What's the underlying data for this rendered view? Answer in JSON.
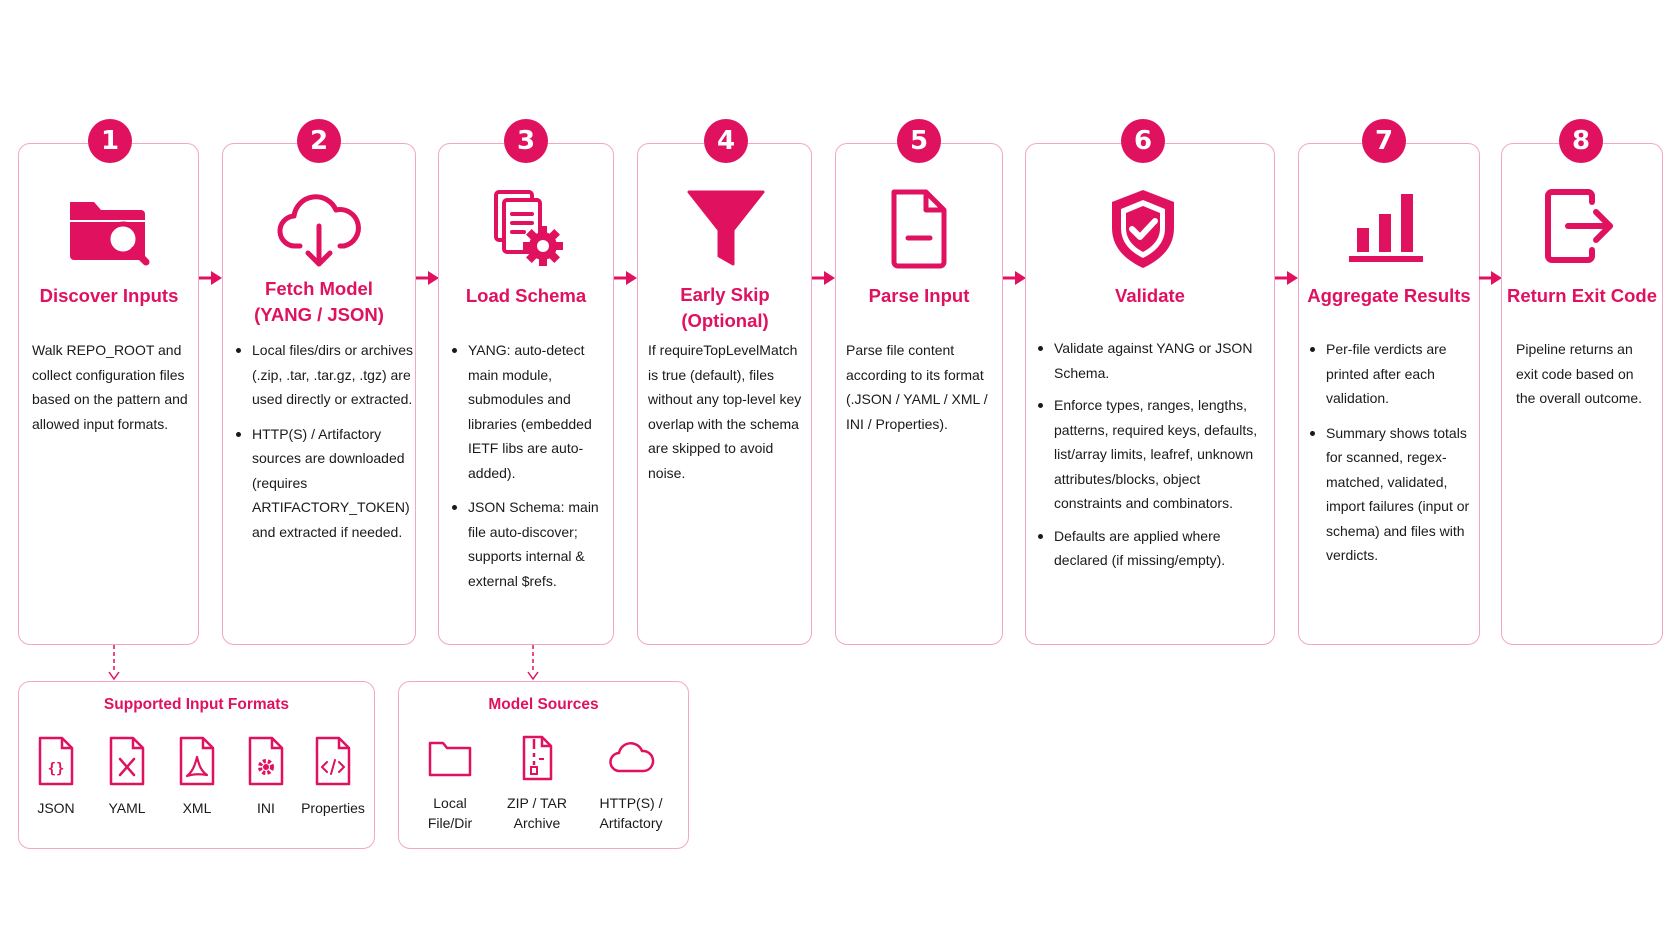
{
  "accent_color": "#e0115f",
  "border_color": "#f2a7c6",
  "steps": [
    {
      "number": "1",
      "icon": "folder-search-icon",
      "title": "Discover Inputs",
      "text": "Walk REPO_ROOT and collect configuration files based on the pattern and allowed input formats."
    },
    {
      "number": "2",
      "icon": "cloud-download-icon",
      "title": "Fetch Model (YANG / JSON)",
      "bullets": [
        "Local files/dirs or archives (.zip, .tar, .tar.gz, .tgz) are used directly or extracted.",
        "HTTP(S) / Artifactory sources are downloaded (requires ARTIFACTORY_TOKEN) and extracted if needed."
      ]
    },
    {
      "number": "3",
      "icon": "documents-gear-icon",
      "title": "Load Schema",
      "bullets": [
        "YANG: auto-detect main module, submodules and libraries (embedded IETF libs are auto-added).",
        "JSON Schema: main file auto-discover; supports internal & external $refs."
      ]
    },
    {
      "number": "4",
      "icon": "filter-funnel-icon",
      "title": "Early Skip (Optional)",
      "text": "If requireTopLevelMatch is true (default), files without any top-level key overlap with the schema are skipped to avoid noise."
    },
    {
      "number": "5",
      "icon": "document-icon",
      "title": "Parse Input",
      "text": "Parse file content according to its format (.JSON / YAML / XML / INI / Properties)."
    },
    {
      "number": "6",
      "icon": "shield-check-icon",
      "title": "Validate",
      "bullets": [
        "Validate against YANG or JSON Schema.",
        "Enforce types, ranges, lengths, patterns, required keys, defaults, list/array limits, leafref, unknown attributes/blocks, object constraints and combinators.",
        "Defaults are applied where declared (if missing/empty)."
      ]
    },
    {
      "number": "7",
      "icon": "bar-chart-icon",
      "title": "Aggregate Results",
      "bullets": [
        "Per-file verdicts are printed after each validation.",
        "Summary shows totals for scanned, regex-matched, validated, import failures (input or schema) and files with verdicts."
      ]
    },
    {
      "number": "8",
      "icon": "exit-arrow-icon",
      "title": "Return Exit Code",
      "text": "Pipeline returns an exit code based on the overall outcome."
    }
  ],
  "input_formats": {
    "title": "Supported Input Formats",
    "items": [
      {
        "label": "JSON",
        "icon": "json-file-icon"
      },
      {
        "label": "YAML",
        "icon": "yaml-file-icon"
      },
      {
        "label": "XML",
        "icon": "xml-file-icon"
      },
      {
        "label": "INI",
        "icon": "ini-file-icon"
      },
      {
        "label": "Properties",
        "icon": "properties-file-icon"
      }
    ]
  },
  "model_sources": {
    "title": "Model Sources",
    "items": [
      {
        "label": "Local\nFile/Dir",
        "icon": "folder-icon"
      },
      {
        "label": "ZIP / TAR\nArchive",
        "icon": "archive-file-icon"
      },
      {
        "label": "HTTP(S) /\nArtifactory",
        "icon": "cloud-icon"
      }
    ]
  }
}
